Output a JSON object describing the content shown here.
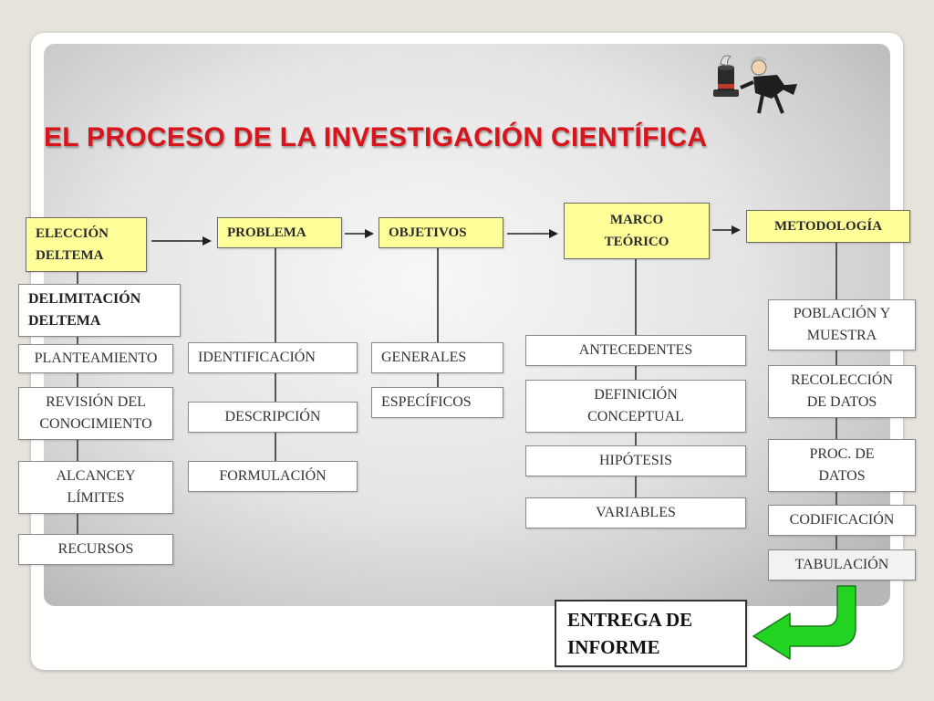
{
  "title": "EL PROCESO DE LA INVESTIGACIÓN CIENTÍFICA",
  "stages": [
    {
      "label": "ELECCIÓN DELTEMA",
      "steps": [
        "DELIMITACIÓN DELTEMA",
        "PLANTEAMIENTO",
        "REVISIÓN DEL CONOCIMIENTO",
        "ALCANCEY LÍMITES",
        "RECURSOS"
      ]
    },
    {
      "label": "PROBLEMA",
      "steps": [
        "IDENTIFICACIÓN",
        "DESCRIPCIÓN",
        "FORMULACIÓN"
      ]
    },
    {
      "label": "OBJETIVOS",
      "steps": [
        "GENERALES",
        "ESPECÍFICOS"
      ]
    },
    {
      "label": "MARCO TEÓRICO",
      "steps": [
        "ANTECEDENTES",
        "DEFINICIÓN CONCEPTUAL",
        "HIPÓTESIS",
        "VARIABLES"
      ]
    },
    {
      "label": "METODOLOGÍA",
      "steps": [
        "POBLACIÓN Y MUESTRA",
        "RECOLECCIÓN DE DATOS",
        "PROC. DE DATOS",
        "CODIFICACIÓN",
        "TABULACIÓN"
      ]
    }
  ],
  "final": "ENTREGA DE INFORME",
  "colors": {
    "title": "#d8141c",
    "stage_fill": "#ffff99",
    "return_arrow": "#22d322"
  },
  "icons": [
    "magician-hat-icon",
    "magician-figure-icon"
  ]
}
